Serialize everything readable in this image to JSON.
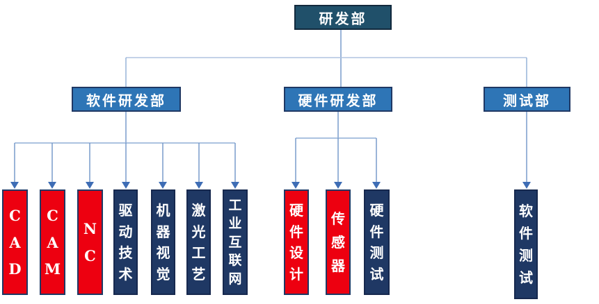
{
  "org": {
    "root": {
      "label": "研发部"
    },
    "departments": [
      {
        "label": "软件研发部"
      },
      {
        "label": "硬件研发部"
      },
      {
        "label": "测试部"
      }
    ],
    "software_teams": [
      {
        "label": "CAD"
      },
      {
        "label": "CAM"
      },
      {
        "label": "NC"
      },
      {
        "label": "驱动技术"
      },
      {
        "label": "机器视觉"
      },
      {
        "label": "激光工艺"
      },
      {
        "label": "工业互联网"
      }
    ],
    "hardware_teams": [
      {
        "label": "硬件设计"
      },
      {
        "label": "传感器"
      },
      {
        "label": "硬件测试"
      }
    ],
    "test_teams": [
      {
        "label": "软件测试"
      }
    ]
  },
  "colors": {
    "root_fill": "#20506a",
    "dept_fill": "#2e75b6",
    "red_fill": "#ed0010",
    "navy_fill": "#1f3864",
    "line_light": "#b0c4e0",
    "line_medium": "#6f94c8",
    "arrow": "#3e6db5"
  }
}
